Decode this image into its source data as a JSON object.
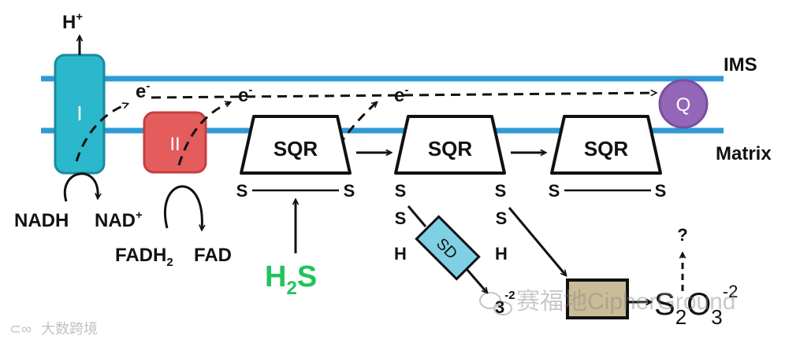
{
  "labels": {
    "h_plus": "H",
    "h_plus_sup": "+",
    "ims": "IMS",
    "matrix": "Matrix",
    "complex_1": "I",
    "complex_2": "II",
    "electron": "e",
    "electron_sup": "-",
    "q": "Q",
    "sqr": "SQR",
    "s": "S",
    "h": "H",
    "sd": "SD",
    "nadh": "NADH",
    "nad": "NAD",
    "nad_sup": "+",
    "fadh": "FADH",
    "fadh_sub": "2",
    "fad": "FAD",
    "h2s_h": "H",
    "h2s_sub": "2",
    "h2s_s": "S",
    "question": "?",
    "sulfite_sub": "3",
    "sulfite_sup": "-2",
    "thio_s": "S",
    "thio_sub1": "2",
    "thio_o": "O",
    "thio_sub2": "3",
    "thio_sup": "-2"
  },
  "watermarks": {
    "right": "赛福地CipherGround",
    "left": "大数跨境"
  },
  "colors": {
    "membrane": "#2e9ad6",
    "complex_1": "#2bb8cc",
    "complex_2": "#e45c5c",
    "q": "#9466b8",
    "sd": "#7fd0e4",
    "st": "#c9bc96",
    "h2s": "#1fc45c"
  }
}
